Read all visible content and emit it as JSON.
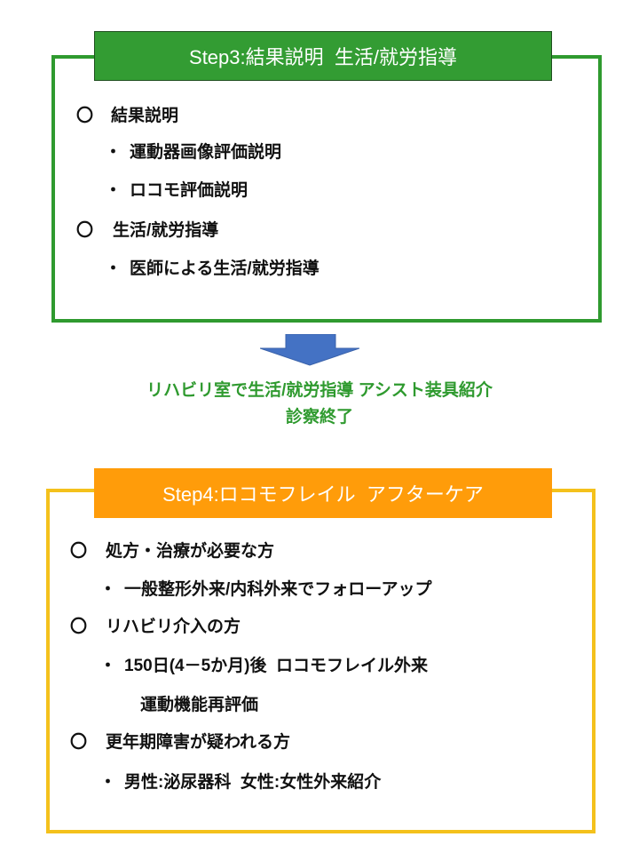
{
  "step3": {
    "title": "Step3:結果説明  生活/就労指導",
    "items": [
      {
        "marker": "〇",
        "text": "結果説明"
      },
      {
        "marker": "・",
        "text": "運動器画像評価説明"
      },
      {
        "marker": "・",
        "text": "ロコモ評価説明"
      },
      {
        "marker": "〇",
        "text": "生活/就労指導"
      },
      {
        "marker": "・",
        "text": "医師による生活/就労指導"
      }
    ]
  },
  "transition": {
    "icon": "down-arrow",
    "line1": "リハビリ室で生活/就労指導 アシスト装具紹介",
    "line2": "診察終了"
  },
  "step4": {
    "title": "Step4:ロコモフレイル  アフターケア",
    "items": [
      {
        "marker": "〇",
        "text": "処方・治療が必要な方"
      },
      {
        "marker": "・",
        "text": "一般整形外来/内科外来でフォローアップ"
      },
      {
        "marker": "〇",
        "text": "リハビリ介入の方"
      },
      {
        "marker": "・",
        "text": "150日(4－5か月)後  ロコモフレイル外来"
      },
      {
        "marker": "",
        "text": "運動機能再評価"
      },
      {
        "marker": "〇",
        "text": "更年期障害が疑われる方"
      },
      {
        "marker": "・",
        "text": "男性:泌尿器科  女性:女性外来紹介"
      }
    ]
  },
  "colors": {
    "green": "#2f9a2f",
    "orange": "#ff9c0a",
    "yellow_border": "#f4c11c",
    "arrow": "#4472c4"
  }
}
